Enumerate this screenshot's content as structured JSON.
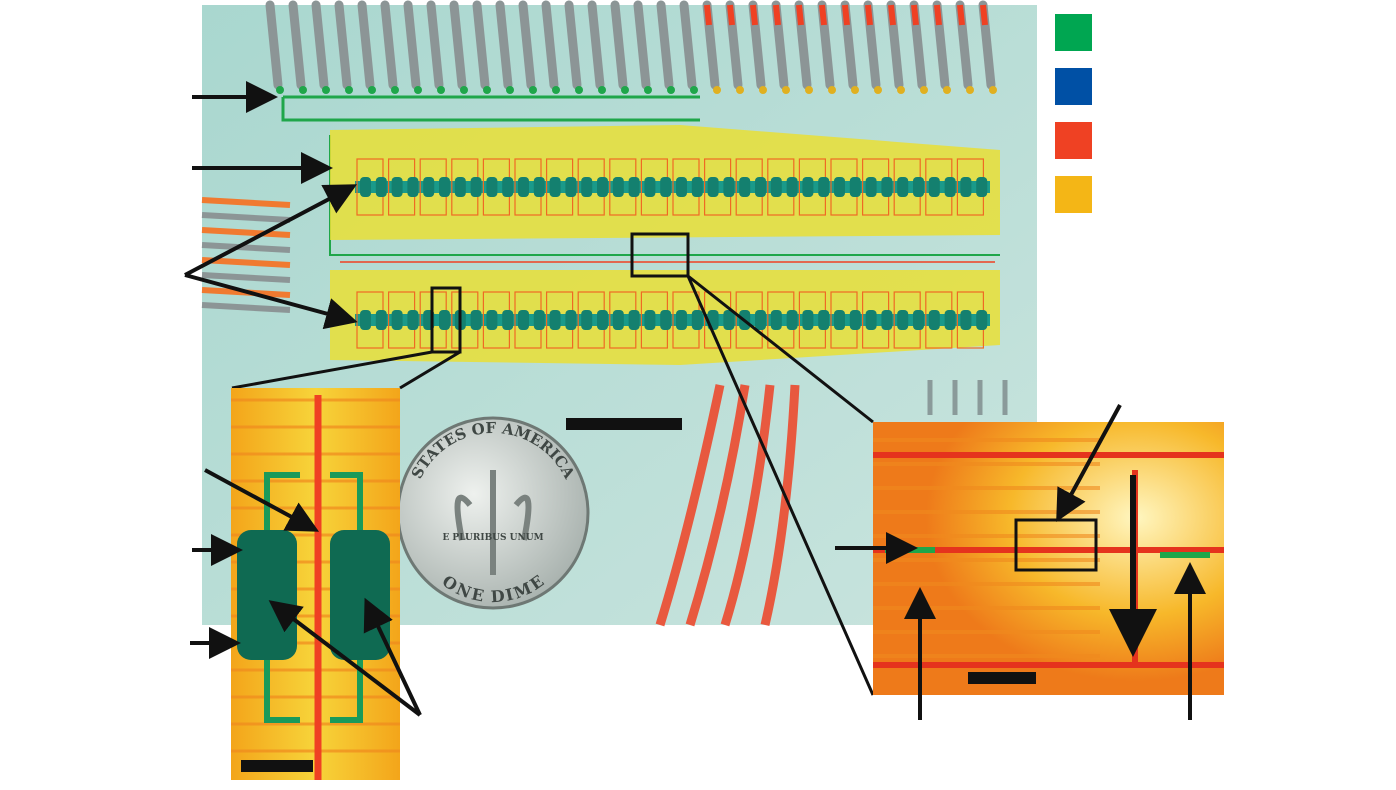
{
  "legend": {
    "colors": [
      "#00a651",
      "#0050a5",
      "#ef4123",
      "#f4b616"
    ]
  },
  "photo": {
    "coin_lettering": [
      "STATES OF AMERICA",
      "ONE DIME",
      "E PLURIBUS UNUM"
    ]
  },
  "chip": {
    "chambers_per_row": 40,
    "rows": 2
  }
}
